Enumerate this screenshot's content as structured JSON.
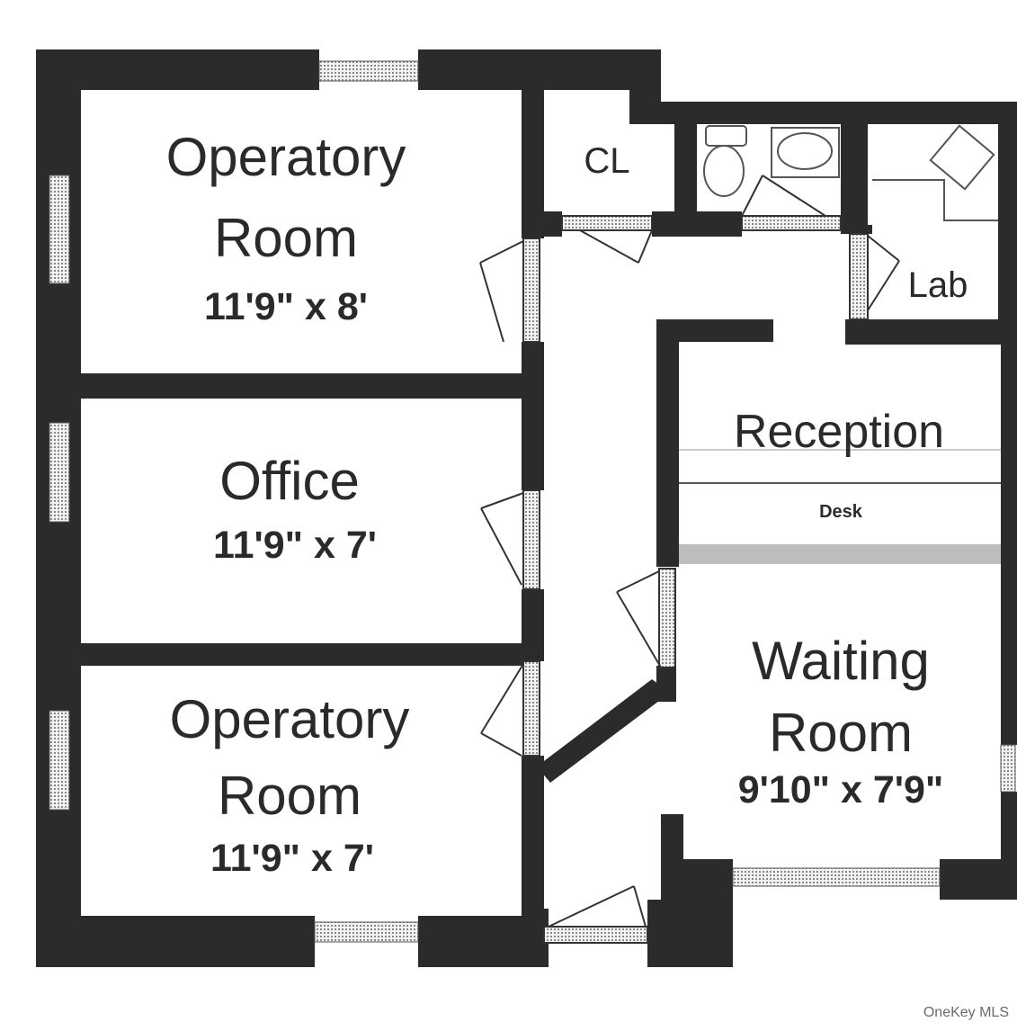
{
  "rooms": {
    "operatory_top": {
      "name_line1": "Operatory",
      "name_line2": "Room",
      "dimensions": "11'9\" x 8'"
    },
    "office": {
      "name": "Office",
      "dimensions": "11'9\" x 7'"
    },
    "operatory_bottom": {
      "name_line1": "Operatory",
      "name_line2": "Room",
      "dimensions": "11'9\" x 7'"
    },
    "closet": {
      "name": "CL"
    },
    "lab": {
      "name": "Lab"
    },
    "reception": {
      "name": "Reception",
      "desk": "Desk"
    },
    "waiting": {
      "name_line1": "Waiting",
      "name_line2": "Room",
      "dimensions": "9'10\" x 7'9\""
    }
  },
  "watermark": "OneKey MLS",
  "colors": {
    "wall": "#2b2b2b",
    "background": "#ffffff",
    "window": "#9a9a9a"
  }
}
